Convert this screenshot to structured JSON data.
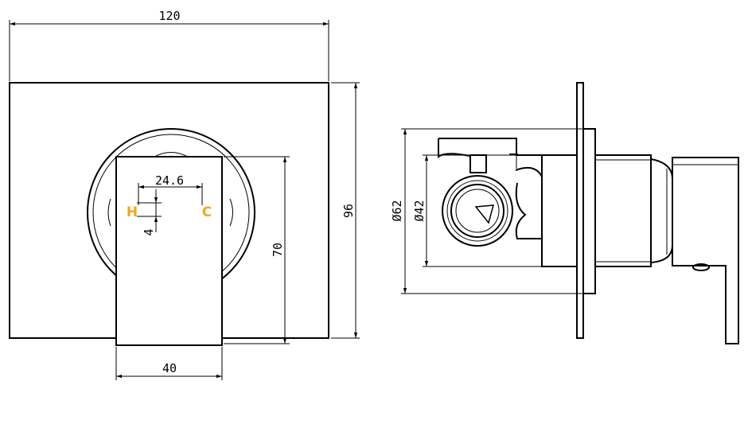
{
  "dimensions": {
    "plate_width": "120",
    "plate_height": "96",
    "handle_width": "40",
    "handle_height": "70",
    "hc_spacing": "24.6",
    "hc_offset": "4",
    "outer_diameter": "Ø62",
    "inner_diameter": "Ø42"
  },
  "labels": {
    "hot": "H",
    "cold": "C"
  },
  "colors": {
    "line": "#000000",
    "hc_marker": "#f0a81c",
    "background": "#ffffff"
  }
}
